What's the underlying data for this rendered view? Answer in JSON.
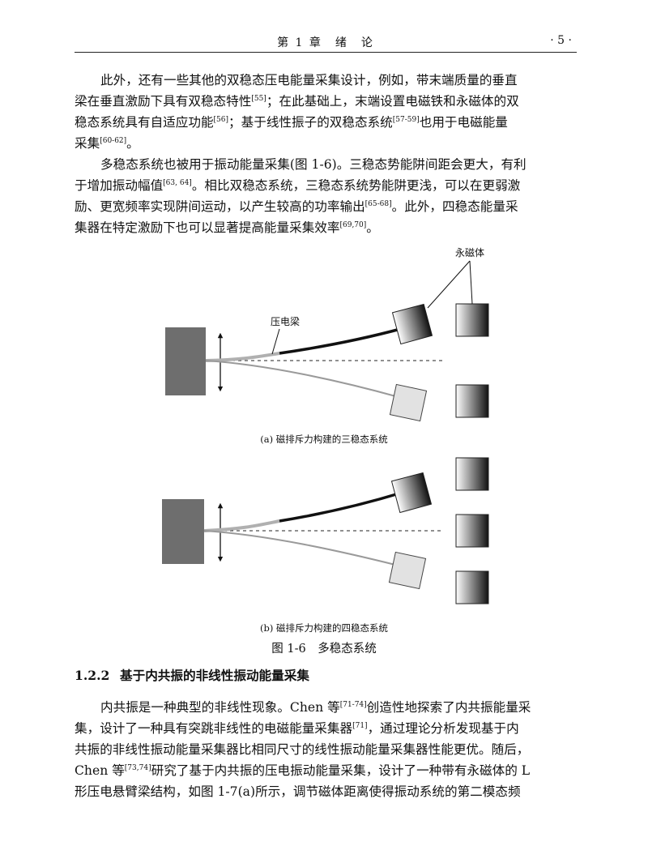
{
  "header": {
    "chapter": "第 1 章　绪　论",
    "page": "· 5 ·"
  },
  "para1": {
    "lines": [
      [
        "此外，还有一些其他的双稳态压电能量采集设计，例如，带末端质量的垂直"
      ],
      [
        "梁在垂直激励下具有双稳态特性",
        "[55]",
        "；在此基础上，末端设置电磁铁和永磁体的双"
      ],
      [
        "稳态系统具有自适应功能",
        "[56]",
        "；基于线性振子的双稳态系统",
        "[57-59]",
        "也用于电磁能量"
      ],
      [
        "采集",
        "[60-62]",
        "。"
      ]
    ]
  },
  "para2": {
    "lines": [
      [
        "多稳态系统也被用于振动能量采集(图 1-6)。三稳态势能阱间距会更大，有利"
      ],
      [
        "于增加振动幅值",
        "[63, 64]",
        "。相比双稳态系统，三稳态系统势能阱更浅，可以在更弱激"
      ],
      [
        "励、更宽频率实现阱间运动，以产生较高的功率输出",
        "[65-68]",
        "。此外，四稳态能量采"
      ],
      [
        "集器在特定激励下也可以显著提高能量采集效率",
        "[69,70]",
        "。"
      ]
    ]
  },
  "figure": {
    "label_magnet": "永磁体",
    "label_beam": "压电梁",
    "caption_a": "(a) 磁排斥力构建的三稳态系统",
    "caption_b": "(b) 磁排斥力构建的四稳态系统",
    "caption_main": "图 1-6　多稳态系统"
  },
  "section": {
    "number": "1.2.2",
    "title": "基于内共振的非线性振动能量采集"
  },
  "para3": {
    "lines": [
      [
        "内共振是一种典型的非线性现象。Chen 等",
        "[71-74]",
        "创造性地探索了内共振能量采"
      ],
      [
        "集，设计了一种具有突跳非线性的电磁能量采集器",
        "[71]",
        "，通过理论分析发现基于内"
      ],
      [
        "共振的非线性振动能量采集器比相同尺寸的线性振动能量采集器性能更优。随后，"
      ],
      [
        "Chen 等",
        "[73,74]",
        "研究了基于内共振的压电振动能量采集，设计了一种带有永磁体的 L"
      ],
      [
        "形压电悬臂梁结构，如图 1-7(a)所示，调节磁体距离使得振动系统的第二模态频"
      ]
    ]
  }
}
